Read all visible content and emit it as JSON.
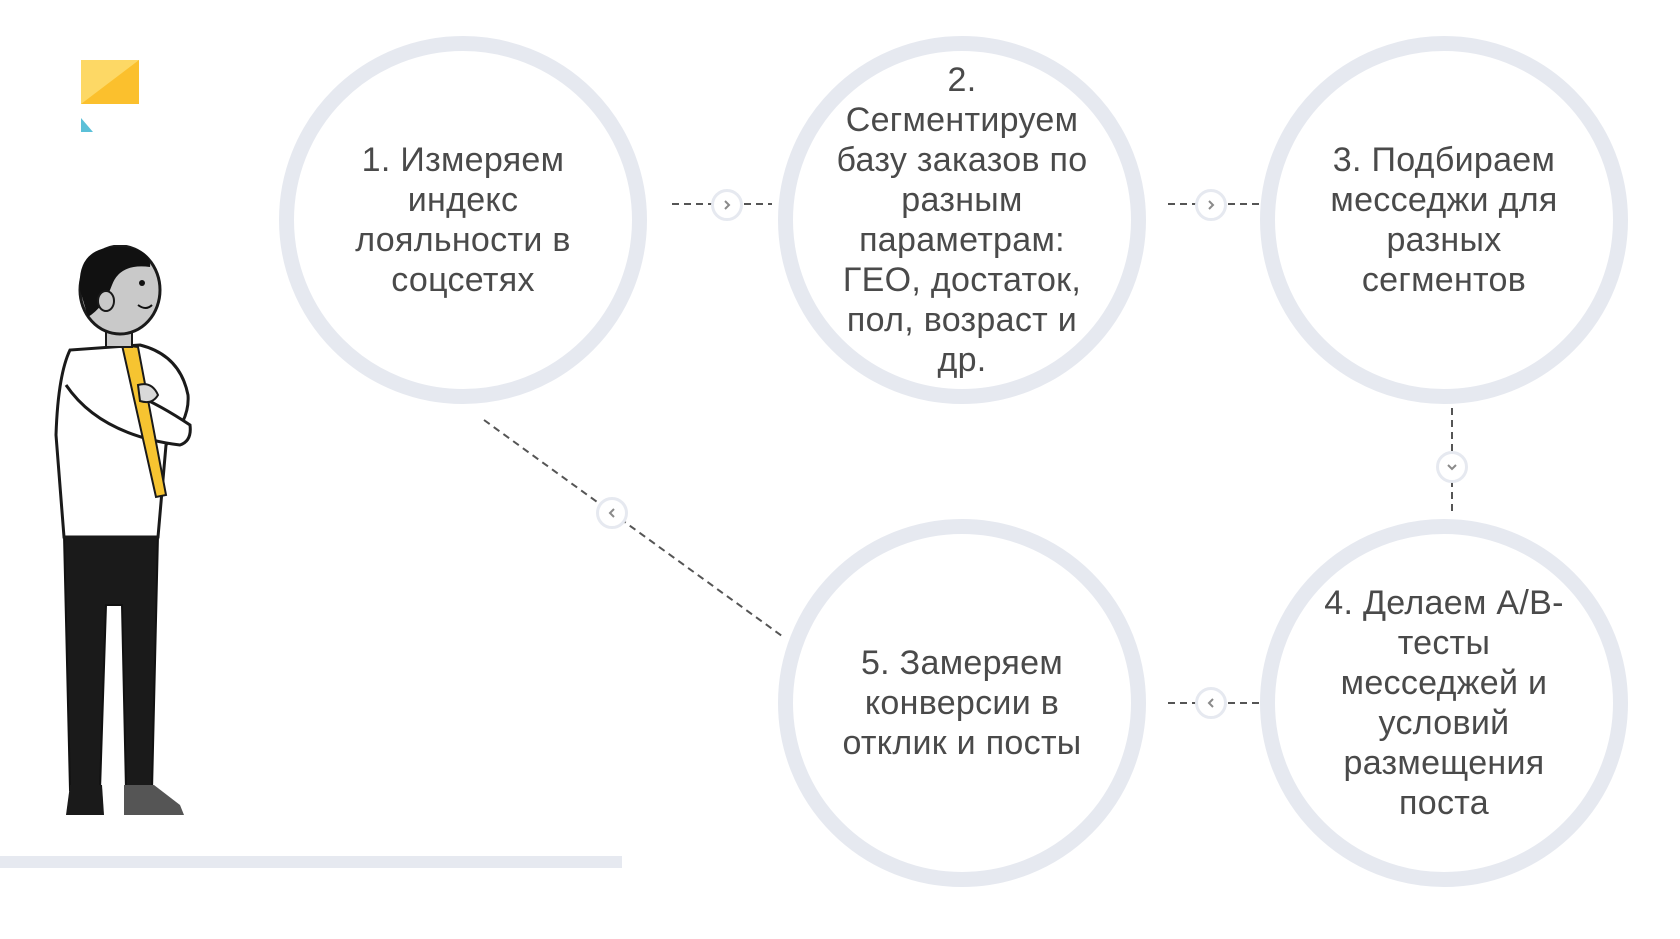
{
  "steps": [
    {
      "label": "1. Измеряем индекс лояльности в соцсетях"
    },
    {
      "label": "2. Сегментируем базу заказов по разным параметрам: ГЕО, достаток, пол, возраст и др."
    },
    {
      "label": "3. Подбираем месседжи для разных сегментов"
    },
    {
      "label": "4. Делаем А/В-тесты месседжей и условий размещения поста"
    },
    {
      "label": "5. Замеряем конверсии в отклик и посты"
    }
  ],
  "connectors": [
    {
      "from": 1,
      "to": 2,
      "icon": "chevron-right-icon"
    },
    {
      "from": 2,
      "to": 3,
      "icon": "chevron-right-icon"
    },
    {
      "from": 3,
      "to": 4,
      "icon": "chevron-down-icon"
    },
    {
      "from": 4,
      "to": 5,
      "icon": "chevron-left-icon"
    },
    {
      "from": 5,
      "to": 1,
      "icon": "chevron-left-icon"
    }
  ],
  "colors": {
    "circle_border": "#e6e9f0",
    "text": "#4a4a4a",
    "logo_yellow": "#fbc02d",
    "logo_light_yellow": "#fdd865",
    "logo_teal": "#5bc0d8",
    "tie": "#f6c431"
  }
}
